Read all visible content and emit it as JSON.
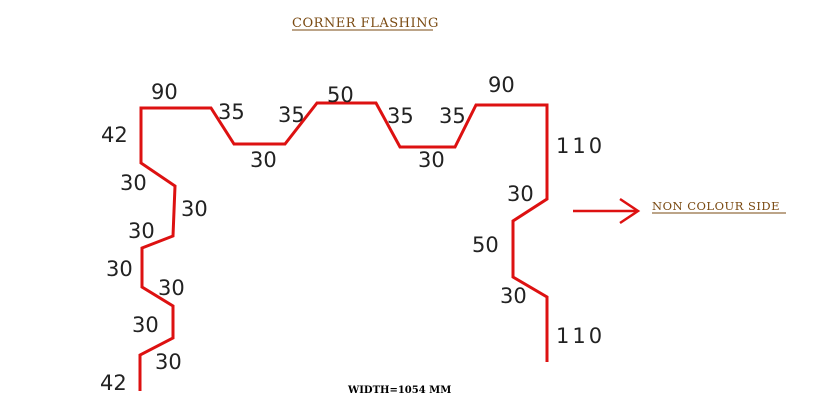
{
  "title": "CORNER FLASHING",
  "side_note": "NON COLOUR SIDE",
  "width_note": "WIDTH=1054 MM",
  "colors": {
    "profile": "#dd1111",
    "note_text": "#7a4a12",
    "dimension_text": "#222222"
  },
  "dimensions": {
    "d1": "90",
    "d2": "35",
    "d3": "35",
    "d4": "50",
    "d5": "35",
    "d6": "35",
    "d7": "90",
    "d8": "42",
    "d9": "30",
    "d10": "30",
    "d11": "110",
    "d12": "30",
    "d13": "30",
    "d14": "30",
    "d15": "30",
    "d16": "50",
    "d17": "30",
    "d18": "30",
    "d19": "30",
    "d20": "110",
    "d21": "30",
    "d22": "42"
  }
}
